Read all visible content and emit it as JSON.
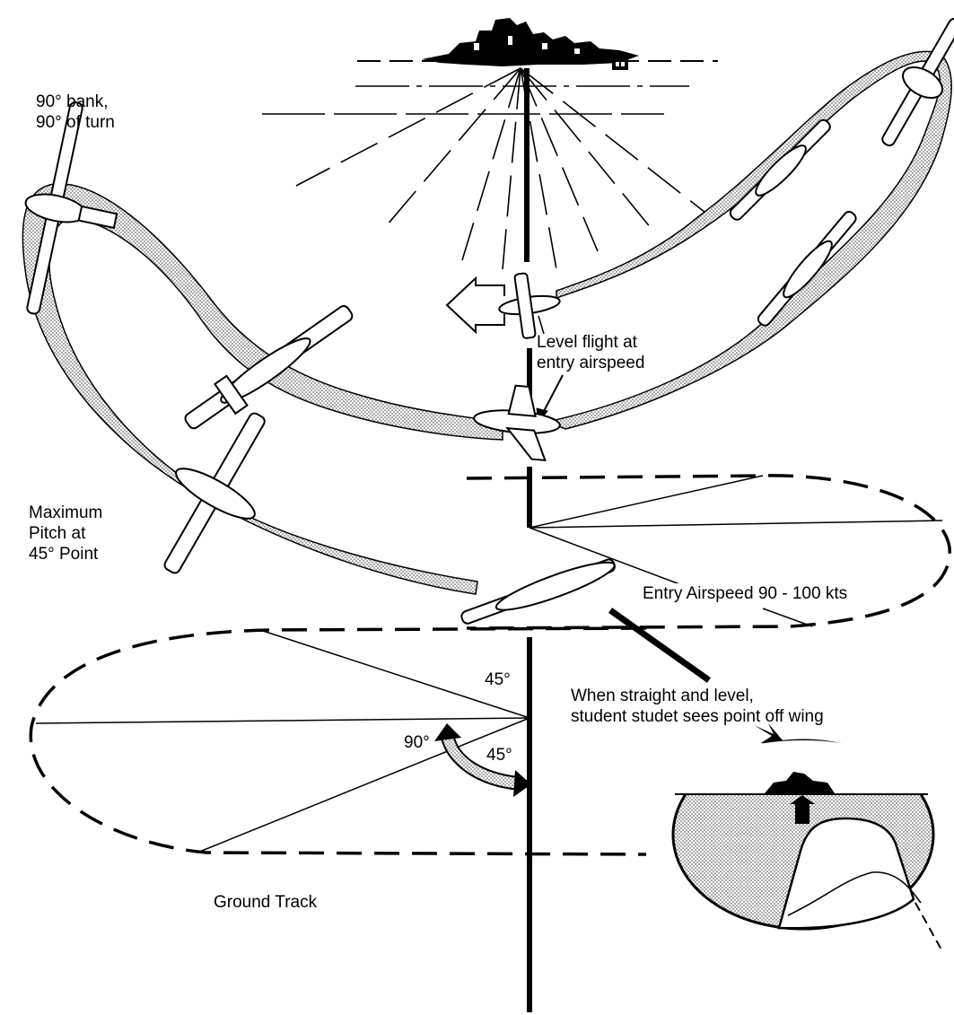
{
  "labels": {
    "bank_90": [
      "90° bank,",
      "90° of turn"
    ],
    "max_pitch": [
      "Maximum",
      "Pitch at",
      "45° Point"
    ],
    "level_flight": [
      "Level flight at",
      "entry airspeed"
    ],
    "entry_airspeed": "Entry Airspeed 90 - 100 kts",
    "angle_45_top": "45°",
    "angle_90": "90°",
    "angle_45_mid": "45°",
    "student_view": [
      "When straight and level,",
      "student studet sees point off wing"
    ],
    "ground_track": "Ground Track"
  },
  "colors": {
    "ink": "#000000",
    "paper": "#ffffff",
    "stipple": "#b4b4b4"
  }
}
